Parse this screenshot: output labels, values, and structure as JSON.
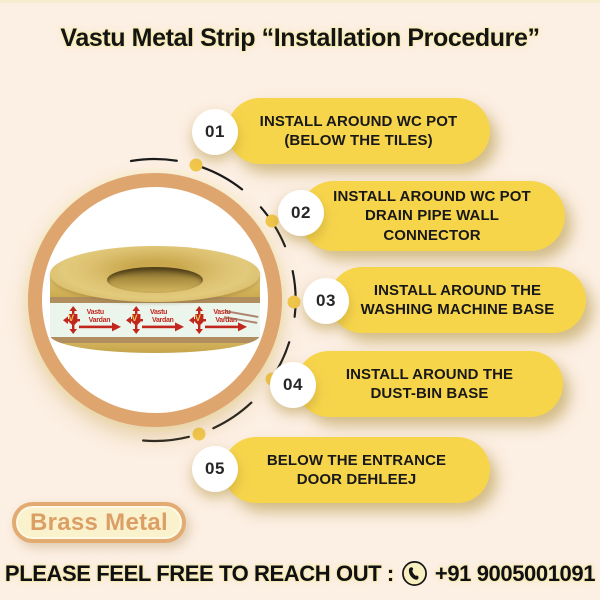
{
  "title": "Vastu Metal Strip “Installation Procedure”",
  "steps": [
    {
      "number": "01",
      "lines": [
        "INSTALL AROUND WC POT",
        "(BELOW THE TILES)"
      ]
    },
    {
      "number": "02",
      "lines": [
        "INSTALL AROUND WC POT",
        "DRAIN PIPE WALL",
        "CONNECTOR"
      ]
    },
    {
      "number": "03",
      "lines": [
        "INSTALL AROUND THE",
        "WASHING MACHINE BASE"
      ]
    },
    {
      "number": "04",
      "lines": [
        "INSTALL AROUND THE",
        "DUST-BIN BASE"
      ]
    },
    {
      "number": "05",
      "lines": [
        "BELOW THE ENTRANCE",
        "DOOR DEHLEEJ"
      ]
    }
  ],
  "product": {
    "brand_line1": "Vastu",
    "brand_line2": "Vardan",
    "logo_letter": "V"
  },
  "material_badge": "Brass Metal",
  "contact": {
    "label": "PLEASE FEEL FREE TO REACH OUT :",
    "phone": "+91 9005001091",
    "icon": "phone-icon"
  },
  "colors": {
    "background": "#fcefe3",
    "pill_yellow": "#f7d54b",
    "ring_tan": "#dfa56e",
    "accent_dot": "#f2c84b",
    "badge_text": "#db9f66",
    "logo_red": "#c1271f",
    "brass_gold": "#d2b35c"
  }
}
